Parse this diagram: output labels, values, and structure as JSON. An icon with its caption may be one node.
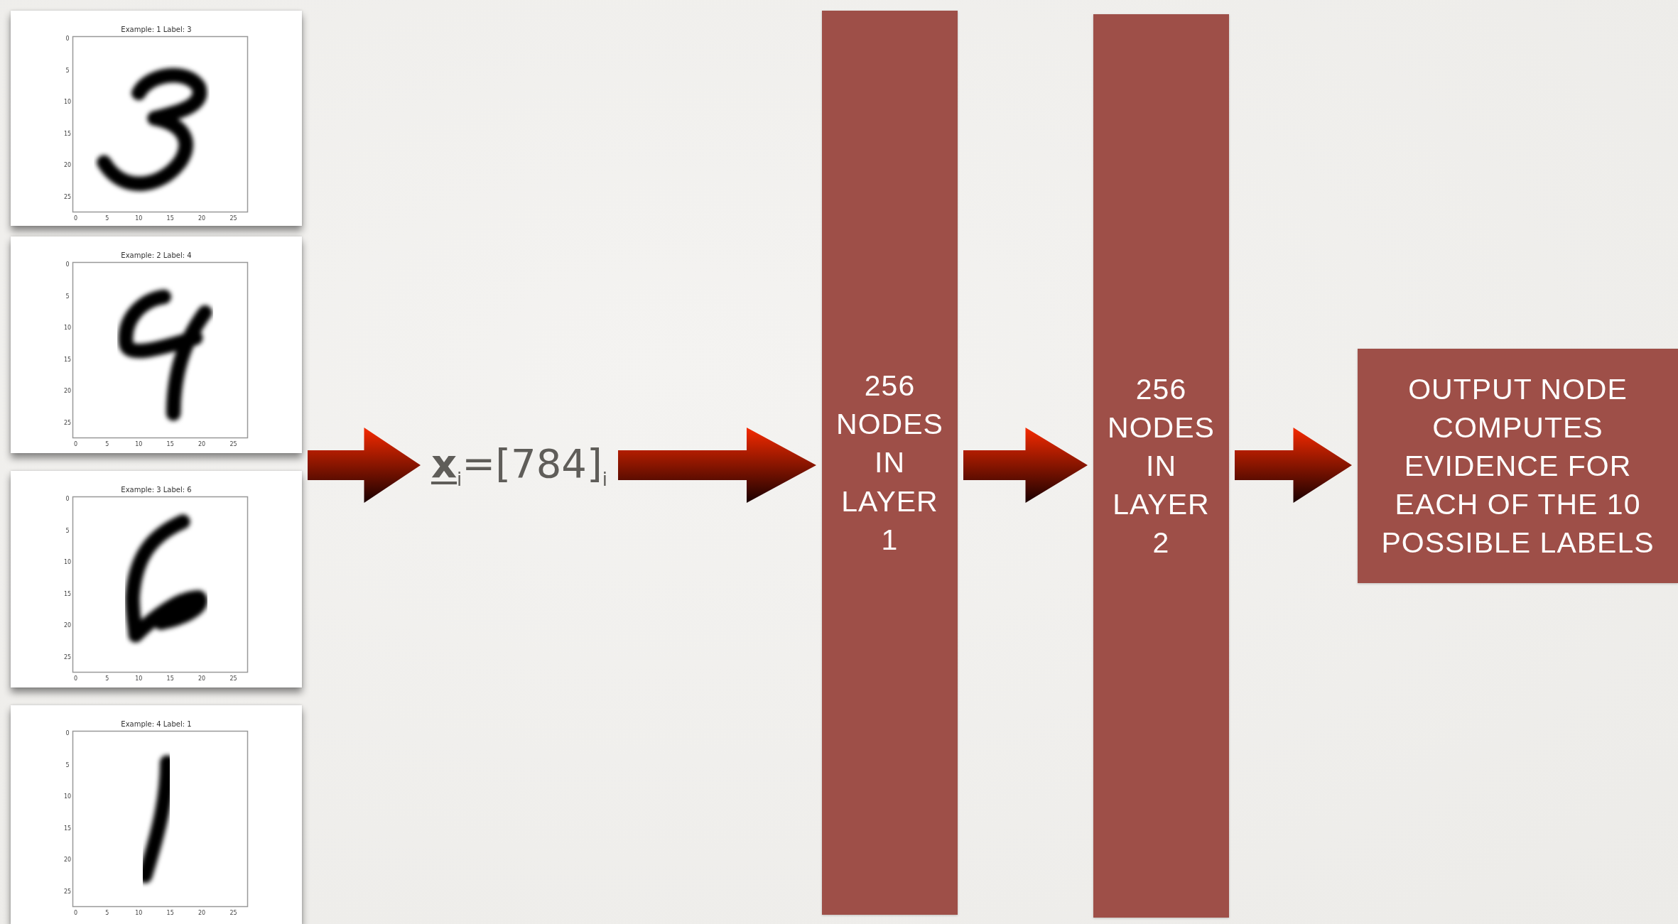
{
  "diagram": {
    "nodes": [
      {
        "text": [
          "Example: 1 Label: 3"
        ]
      },
      {
        "text": [
          "Example: 2 Label: 4"
        ]
      },
      {
        "text": [
          "Example: 3 Label: 6"
        ]
      },
      {
        "text": [
          "Example: 4 Label: 1"
        ]
      },
      {
        "text": [
          "**x**$_{i}$=[784]$_{i}$"
        ]
      },
      {
        "text": [
          "256 NODES IN LAYER 1"
        ]
      },
      {
        "text": [
          "256 NODES IN LAYER 2"
        ]
      },
      {
        "text": [
          "OUTPUT NODE COMPUTES EVIDENCE FOR EACH OF THE 10 POSSIBLE LABELS"
        ]
      }
    ],
    "edges": [
      {
        "from": 1,
        "to": 4,
        "arrow": "to"
      },
      {
        "from": 2,
        "to": 4,
        "arrow": "to"
      },
      {
        "from": 4,
        "to": 5,
        "arrow": "to"
      },
      {
        "from": 5,
        "to": 6,
        "arrow": "to"
      },
      {
        "from": 6,
        "to": 7,
        "arrow": "to"
      }
    ],
    "labels": [
      "0",
      "5",
      "10",
      "15",
      "20",
      "25",
      "0",
      "5",
      "10",
      "15",
      "20",
      "25",
      "0",
      "5",
      "10",
      "15",
      "20",
      "25",
      "0",
      "5",
      "10",
      "15",
      "20",
      "25",
      "0",
      "5",
      "10",
      "15",
      "20",
      "25",
      "0",
      "5",
      "10",
      "15",
      "20",
      "25",
      "0",
      "5",
      "10",
      "15",
      "20",
      "25",
      "0",
      "5",
      "10",
      "15",
      "20",
      "25"
    ]
  }
}
